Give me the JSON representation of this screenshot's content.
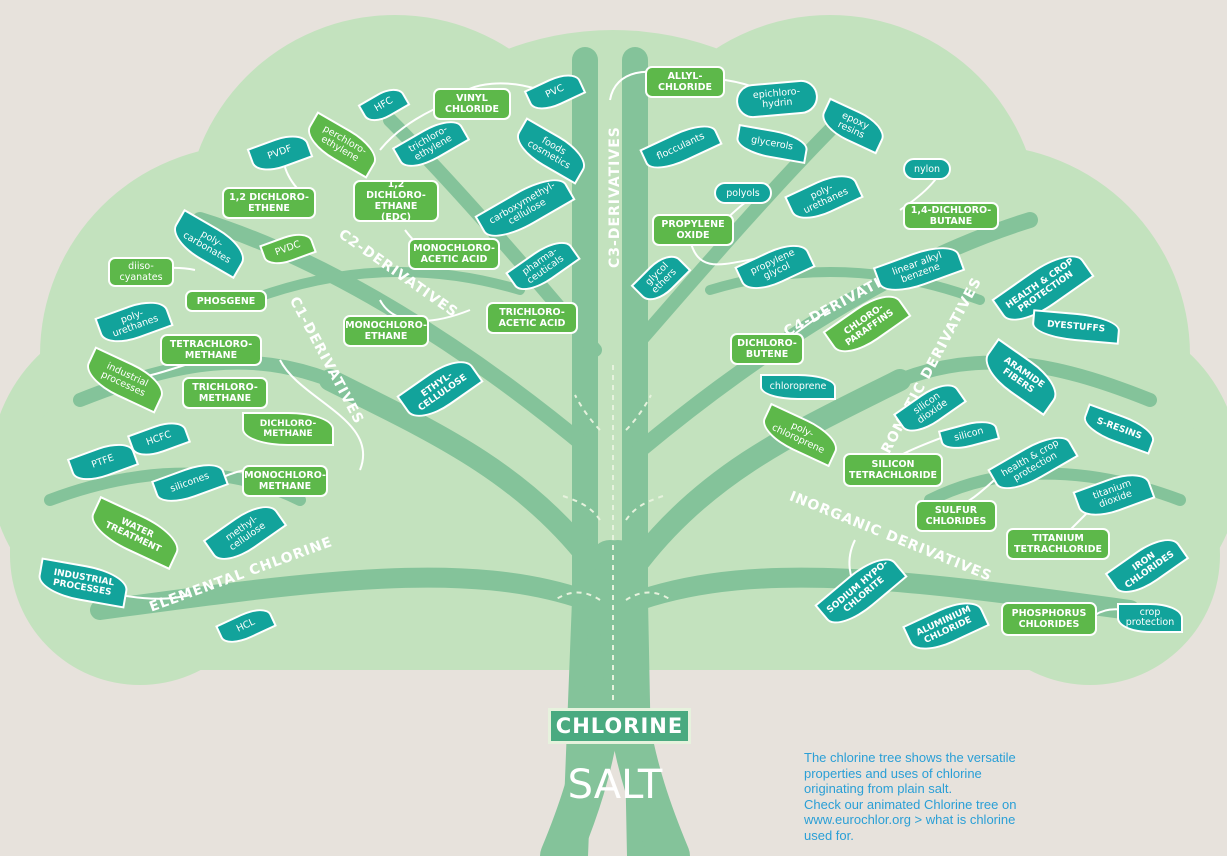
{
  "colors": {
    "background": "#e7e2dc",
    "canopy": "#c3e2be",
    "trunk": "#84c39a",
    "box": "#5db84a",
    "leaf_teal": "#12a39b",
    "leaf_green": "#5db84a",
    "note_text": "#2a9fd6"
  },
  "trunk_label": "CHLORINE",
  "root_label": "SALT",
  "note": {
    "lines": [
      "The chlorine tree shows the versatile",
      "properties and uses of chlorine",
      "originating from plain salt.",
      "Check our animated Chlorine tree on",
      "www.eurochlor.org > what is chlorine",
      "used for."
    ]
  },
  "branches": {
    "elemental": "ELEMENTAL CHLORINE",
    "c1": "C1-DERIVATIVES",
    "c2": "C2-DERIVATIVES",
    "c3": "C3-DERIVATIVES",
    "c4": "C4-DERIVATIVES",
    "aromatic": "AROMATIC DERIVATIVES",
    "inorganic": "INORGANIC DERIVATIVES"
  },
  "compounds": {
    "vinyl_chloride": "VINYL\nCHLORIDE",
    "dichloroethane_edc": "1,2\nDICHLORO-\nETHANE (EDC)",
    "dichloroethene": "1,2 DICHLORO-\nETHENE",
    "monochloroacetic_acid": "MONOCHLORO-\nACETIC ACID",
    "trichloroacetic_acid": "TRICHLORO-\nACETIC ACID",
    "monochloroethane": "MONOCHLORO-\nETHANE",
    "phosgene": "PHOSGENE",
    "tetrachloromethane": "TETRACHLORO-\nMETHANE",
    "trichloromethane": "TRICHLORO-\nMETHANE",
    "monochloromethane": "MONOCHLORO-\nMETHANE",
    "allyl_chloride": "ALLYL-\nCHLORIDE",
    "propylene_oxide": "PROPYLENE\nOXIDE",
    "dichlorobutane": "1,4-DICHLORO-\nBUTANE",
    "dichlorobutene": "DICHLORO-\nBUTENE",
    "silicon_tetrachloride": "SILICON\nTETRACHLORIDE",
    "sulfur_chlorides": "SULFUR\nCHLORIDES",
    "titanium_tetrachloride": "TITANIUM\nTETRACHLORIDE",
    "phosphorus_chlorides": "PHOSPHORUS\nCHLORIDES"
  },
  "leaves": {
    "hfc": "HFC",
    "pvc": "PVC",
    "pvdf": "PVDF",
    "perchloroethylene": "perchloro-\nethylene",
    "trichloroethylene": "trichloro-\nethylene",
    "foods_cosmetics": "foods\ncosmetics",
    "carboxymethylcellulose": "carboxymethyl-\ncellulose",
    "pharmaceuticals": "pharma-\nceuticals",
    "pvdc": "PVDC",
    "polycarbonates": "poly-\ncarbonates",
    "diisocyanates": "diiso-\ncyanates",
    "polyurethanes_c1": "poly-\nurethanes",
    "industrial_processes_c1": "industrial\nprocesses",
    "dichloromethane": "DICHLORO-\nMETHANE",
    "ethylcellulose": "ETHYL-\nCELLULOSE",
    "hcfc": "HCFC",
    "ptfe": "PTFE",
    "silicones": "silicones",
    "methylcellulose": "methyl-\ncellulose",
    "water_treatment": "WATER\nTREATMENT",
    "industrial_processes_el": "INDUSTRIAL\nPROCESSES",
    "hcl": "HCL",
    "epichlorohydrin": "epichloro-\nhydrin",
    "epoxy_resins": "epoxy\nresins",
    "flocculants": "flocculants",
    "glycerols": "glycerols",
    "polyols": "polyols",
    "polyurethanes_c3": "poly-\nurethanes",
    "nylon": "nylon",
    "propylene_glycol": "propylene\nglycol",
    "glycol_ethers": "glycol\nethers",
    "linear_alkyl_benzene": "linear alkyl\nbenzene",
    "health_crop_protection": "HEALTH & CROP\nPROTECTION",
    "dyestuffs": "DYESTUFFS",
    "chloroparaffins": "CHLORO-\nPARAFFINS",
    "aramide_fibers": "ARAMIDE\nFIBERS",
    "chloroprene": "chloroprene",
    "polychloroprene": "poly-\nchloroprene",
    "silicon_dioxide": "silicon\ndioxide",
    "silicon": "silicon",
    "s_resins": "S-RESINS",
    "health_crop_protection_inorg": "health & crop\nprotection",
    "titanium_dioxide": "titanium\ndioxide",
    "iron_chlorides": "IRON\nCHLORIDES",
    "sodium_hypochlorite": "SODIUM HYPO-\nCHLORITE",
    "aluminium_chloride": "ALUMINIUM\nCHLORIDE",
    "crop_protection": "crop\nprotection"
  }
}
